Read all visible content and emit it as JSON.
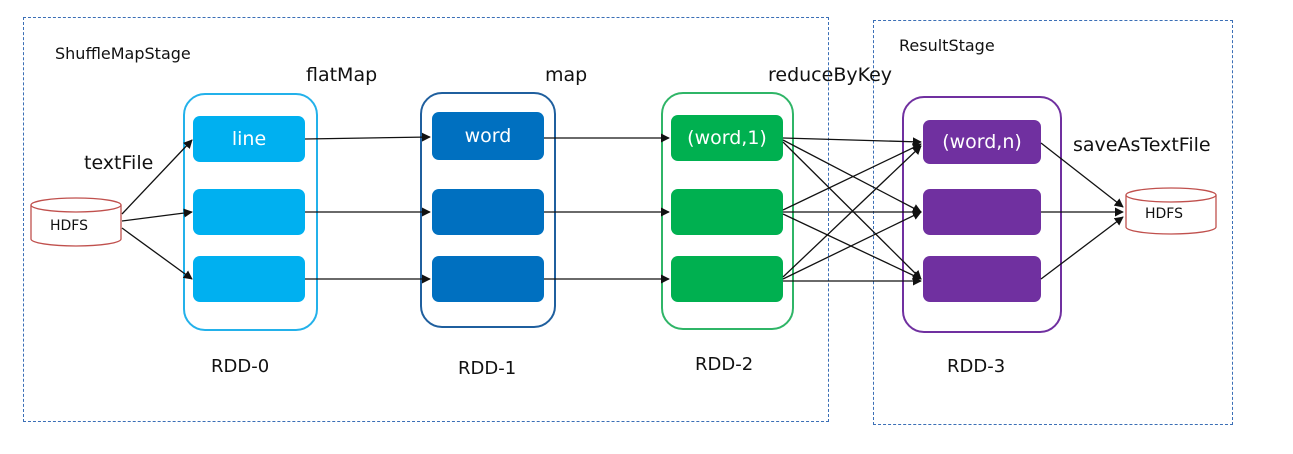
{
  "stages": {
    "shuffle_map": "ShuffleMapStage",
    "result": "ResultStage"
  },
  "operations": {
    "text_file": "textFile",
    "flat_map": "flatMap",
    "map": "map",
    "reduce_by_key": "reduceByKey",
    "save_as_text_file": "saveAsTextFile"
  },
  "sources": {
    "input": "HDFS",
    "output": "HDFS"
  },
  "rdds": [
    {
      "name": "RDD-0",
      "partitions": [
        "line",
        "",
        ""
      ]
    },
    {
      "name": "RDD-1",
      "partitions": [
        "word",
        "",
        ""
      ]
    },
    {
      "name": "RDD-2",
      "partitions": [
        "(word,1)",
        "",
        ""
      ]
    },
    {
      "name": "RDD-3",
      "partitions": [
        "(word,n)",
        "",
        ""
      ]
    }
  ],
  "colors": {
    "stage_border": "#3b6fb6",
    "rdd0_border": "#23b1ea",
    "rdd0_fill": "#00b0f0",
    "rdd1_border": "#1f5f9e",
    "rdd1_fill": "#0070c0",
    "rdd2_border": "#2fb567",
    "rdd2_fill": "#00b050",
    "rdd3_border": "#7030a0",
    "rdd3_fill": "#7030a0",
    "hdfs_border": "#c0504d"
  }
}
